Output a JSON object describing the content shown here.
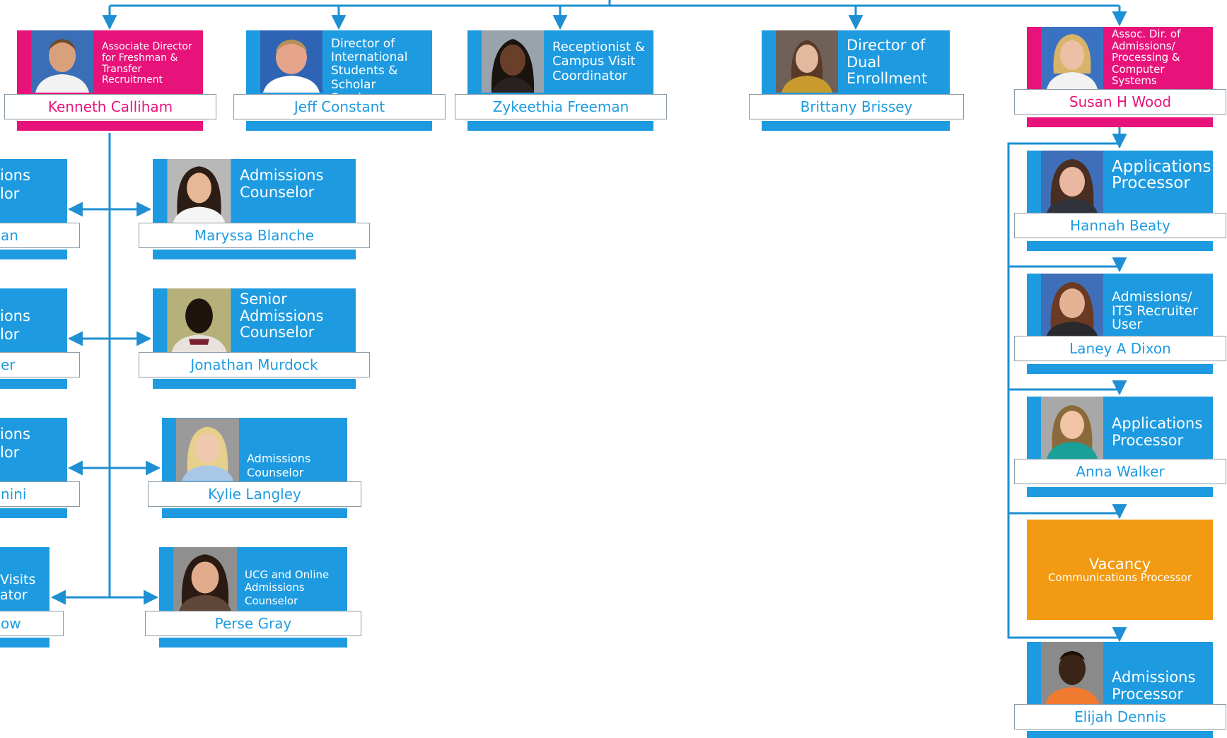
{
  "top_cards": [
    {
      "name": "Kenneth Calliham",
      "title": "Associate Director for Freshman & Transfer Recruitment",
      "color": "#e8137a",
      "photo": "man-photo-icon"
    },
    {
      "name": "Jeff Constant",
      "title": "Director of International Students & Scholar Services",
      "color": "#1e9be0",
      "photo": "man-photo-icon"
    },
    {
      "name": "Zykeethia Freeman",
      "title": "Receptionist & Campus Visit Coordinator",
      "color": "#1e9be0",
      "photo": "woman-photo-icon"
    },
    {
      "name": "Brittany Brissey",
      "title": "Director of Dual Enrollment",
      "color": "#1e9be0",
      "photo": "woman-photo-icon"
    },
    {
      "name": "Susan H Wood",
      "title": "Assoc. Dir. of Admissions/ Processing & Computer Systems",
      "color": "#e8137a",
      "photo": "woman-photo-icon"
    }
  ],
  "left_partial": [
    {
      "title_lines": [
        "ions",
        "lor"
      ],
      "name": "an"
    },
    {
      "title_lines": [
        "ions",
        "lor"
      ],
      "name": "er"
    },
    {
      "title_lines": [
        "ions",
        "lor"
      ],
      "name": "nini"
    },
    {
      "title_lines": [
        "Visits",
        "ator"
      ],
      "name": "ow"
    }
  ],
  "counselors": [
    {
      "name": "Maryssa Blanche",
      "title": "Admissions Counselor"
    },
    {
      "name": "Jonathan Murdock",
      "title": "Senior Admissions Counselor"
    },
    {
      "name": "Kylie Langley",
      "title": "Admissions Counselor"
    },
    {
      "name": "Perse Gray",
      "title": "UCG and Online Admissions Counselor"
    }
  ],
  "processing": [
    {
      "name": "Hannah Beaty",
      "title": "Applications Processor"
    },
    {
      "name": "Laney A Dixon",
      "title": "Admissions/ ITS Recruiter User"
    },
    {
      "name": "Anna Walker",
      "title": "Applications Processor"
    }
  ],
  "vacancy": {
    "title": "Vacancy",
    "subtitle": "Communications Processor"
  },
  "last_processor": {
    "name": "Elijah Dennis",
    "title": "Admissions Processor"
  },
  "colors": {
    "blue": "#1e9be0",
    "pink": "#e8137a",
    "orange": "#f29a11",
    "line": "#1e8fd2"
  }
}
